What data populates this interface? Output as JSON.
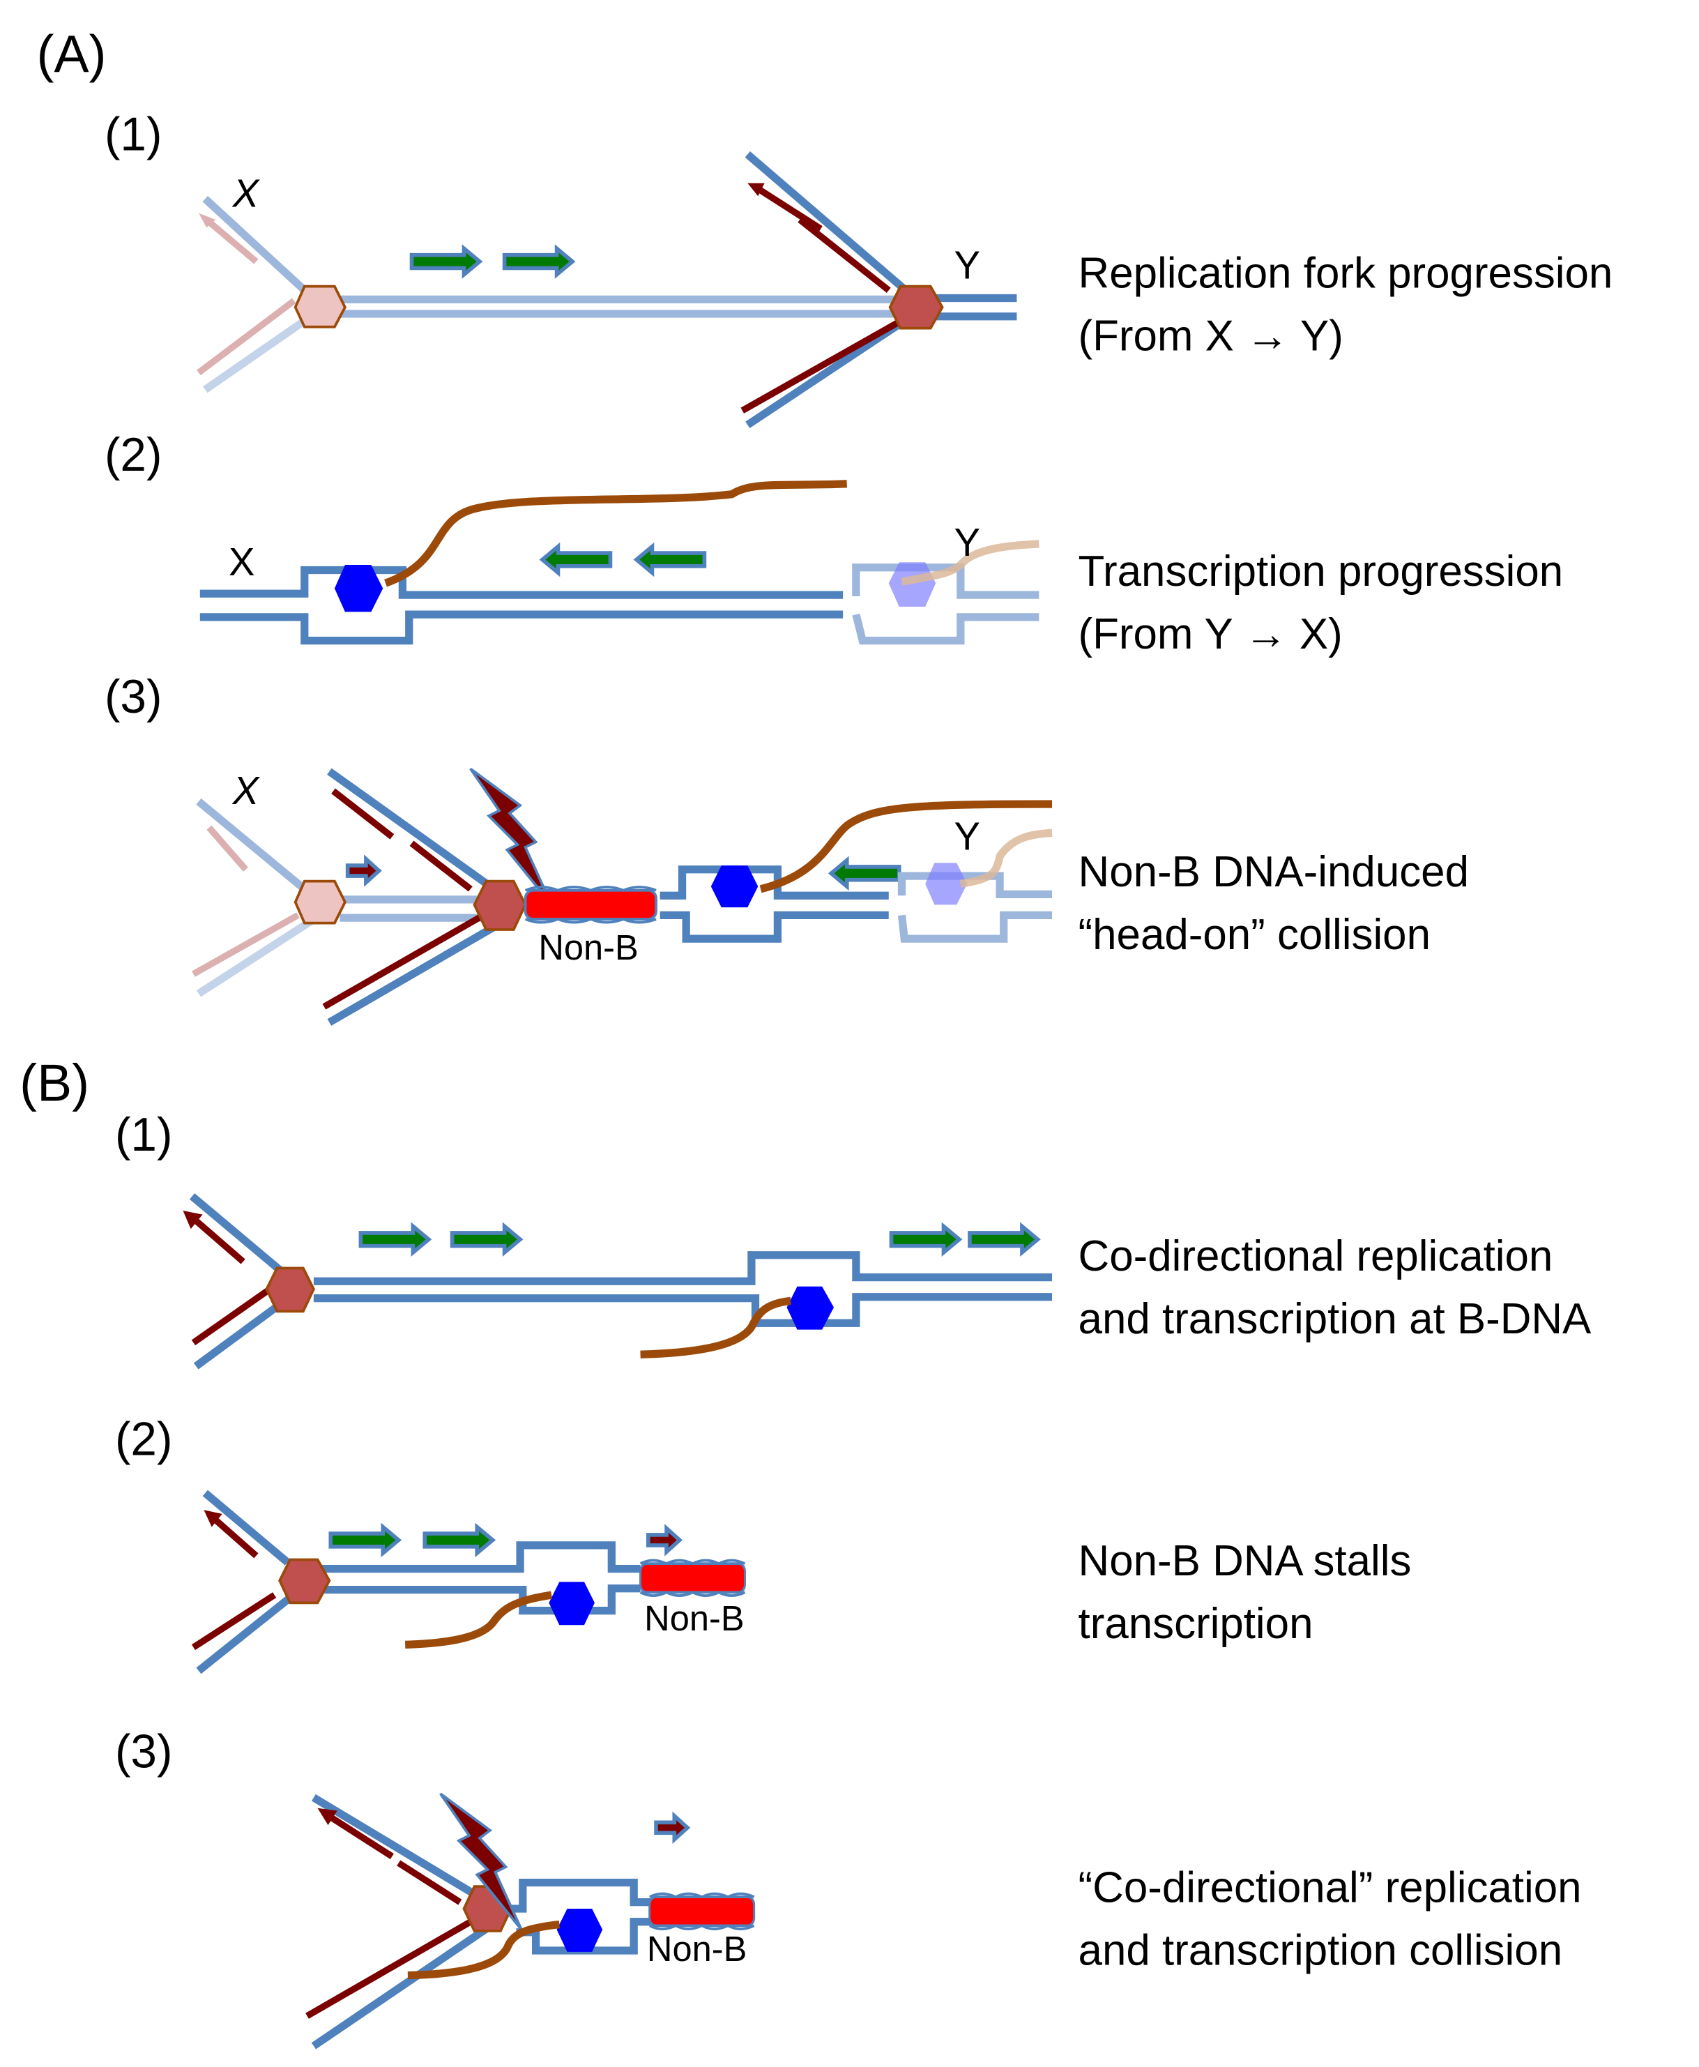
{
  "figure": {
    "panels": [
      {
        "id": "A",
        "label": "(A)",
        "steps": [
          {
            "label": "(1)",
            "markers": {
              "start": "X",
              "end": "Y"
            },
            "description": [
              "Replication fork progression",
              "(From X → Y)"
            ]
          },
          {
            "label": "(2)",
            "markers": {
              "start": "X",
              "end": "Y"
            },
            "description": [
              "Transcription progression",
              "(From Y → X)"
            ]
          },
          {
            "label": "(3)",
            "markers": {
              "start": "X",
              "end": "Y"
            },
            "structure_label": "Non-B",
            "description": [
              "Non-B DNA-induced",
              "“head-on” collision"
            ]
          }
        ]
      },
      {
        "id": "B",
        "label": "(B)",
        "steps": [
          {
            "label": "(1)",
            "description": [
              "Co-directional replication",
              "and transcription at B-DNA"
            ]
          },
          {
            "label": "(2)",
            "structure_label": "Non-B",
            "description": [
              "Non-B DNA stalls",
              "transcription"
            ]
          },
          {
            "label": "(3)",
            "structure_label": "Non-B",
            "description": [
              "“Co-directional” replication",
              "and transcription collision"
            ]
          }
        ]
      }
    ],
    "legend_icons": {
      "replisome": "hexagon-icon (brown-red)",
      "rna_polymerase": "hexagon-icon (blue)",
      "nascent_dna": "arrow-icon (dark red)",
      "direction": "arrow-icon (green)",
      "rna_transcript": "curve (brown)",
      "non_b_dna": "wavy-block (red)",
      "dna_damage": "lightning-bolt-icon (dark red)"
    },
    "colors": {
      "dna_strand": "#4f81bd",
      "replisome": "#c0504d",
      "replisome_outline": "#9c4a0a",
      "rna_polymerase": "#0000ff",
      "nascent_dna": "#7b0000",
      "direction_arrow": "#007a00",
      "rna": "#9c4a0a",
      "non_b": "#ff0000"
    }
  }
}
